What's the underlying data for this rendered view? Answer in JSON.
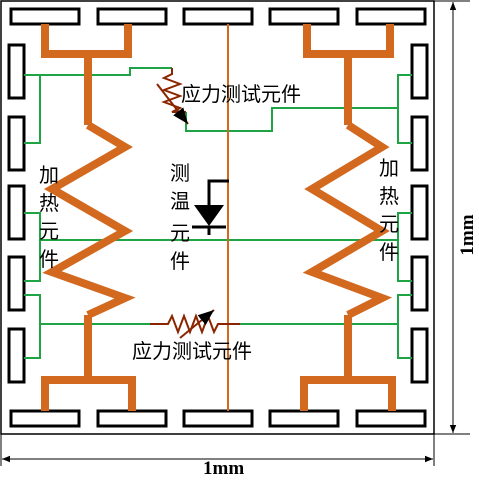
{
  "labels": {
    "strain_top": "应力测试元件",
    "strain_bottom": "应力测试元件",
    "heater_left": [
      "加",
      "热",
      "元",
      "件"
    ],
    "heater_right": [
      "加",
      "热",
      "元",
      "件"
    ],
    "temp_sensor": [
      "测",
      "温",
      "元",
      "件"
    ],
    "width_dim": "1mm",
    "height_dim": "1mm"
  },
  "colors": {
    "heater": "#D2691E",
    "wire": "#1EA345",
    "center_line": "#D2691E",
    "outline": "#000000"
  }
}
